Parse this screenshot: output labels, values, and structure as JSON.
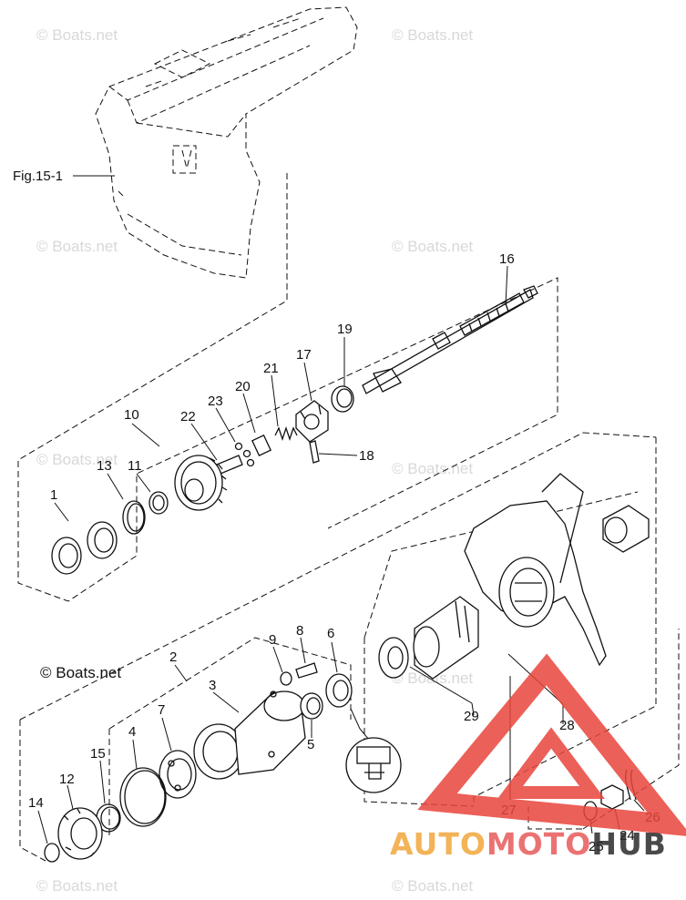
{
  "figure_ref": "Fig.15-1",
  "copyright": "© Boats.net",
  "watermark": "© Boats.net",
  "logo": {
    "word1": "AUTO",
    "word2": "MOTO",
    "word3": "HUB",
    "color1": "#f2a63a",
    "color2": "#e85a5a",
    "color3": "#2b2b2b",
    "triangle_color": "#e8453c"
  },
  "callouts": [
    {
      "id": "c1",
      "label": "1"
    },
    {
      "id": "c2",
      "label": "2"
    },
    {
      "id": "c3",
      "label": "3"
    },
    {
      "id": "c4",
      "label": "4"
    },
    {
      "id": "c5",
      "label": "5"
    },
    {
      "id": "c6",
      "label": "6"
    },
    {
      "id": "c7",
      "label": "7"
    },
    {
      "id": "c8",
      "label": "8"
    },
    {
      "id": "c9",
      "label": "9"
    },
    {
      "id": "c10",
      "label": "10"
    },
    {
      "id": "c11",
      "label": "11"
    },
    {
      "id": "c12",
      "label": "12"
    },
    {
      "id": "c13",
      "label": "13"
    },
    {
      "id": "c14",
      "label": "14"
    },
    {
      "id": "c15",
      "label": "15"
    },
    {
      "id": "c16",
      "label": "16"
    },
    {
      "id": "c17",
      "label": "17"
    },
    {
      "id": "c18",
      "label": "18"
    },
    {
      "id": "c19",
      "label": "19"
    },
    {
      "id": "c20",
      "label": "20"
    },
    {
      "id": "c21",
      "label": "21"
    },
    {
      "id": "c22",
      "label": "22"
    },
    {
      "id": "c23",
      "label": "23"
    },
    {
      "id": "c24",
      "label": "24"
    },
    {
      "id": "c25",
      "label": "25"
    },
    {
      "id": "c26",
      "label": "26"
    },
    {
      "id": "c27",
      "label": "27"
    },
    {
      "id": "c28",
      "label": "28"
    },
    {
      "id": "c29",
      "label": "29"
    }
  ]
}
